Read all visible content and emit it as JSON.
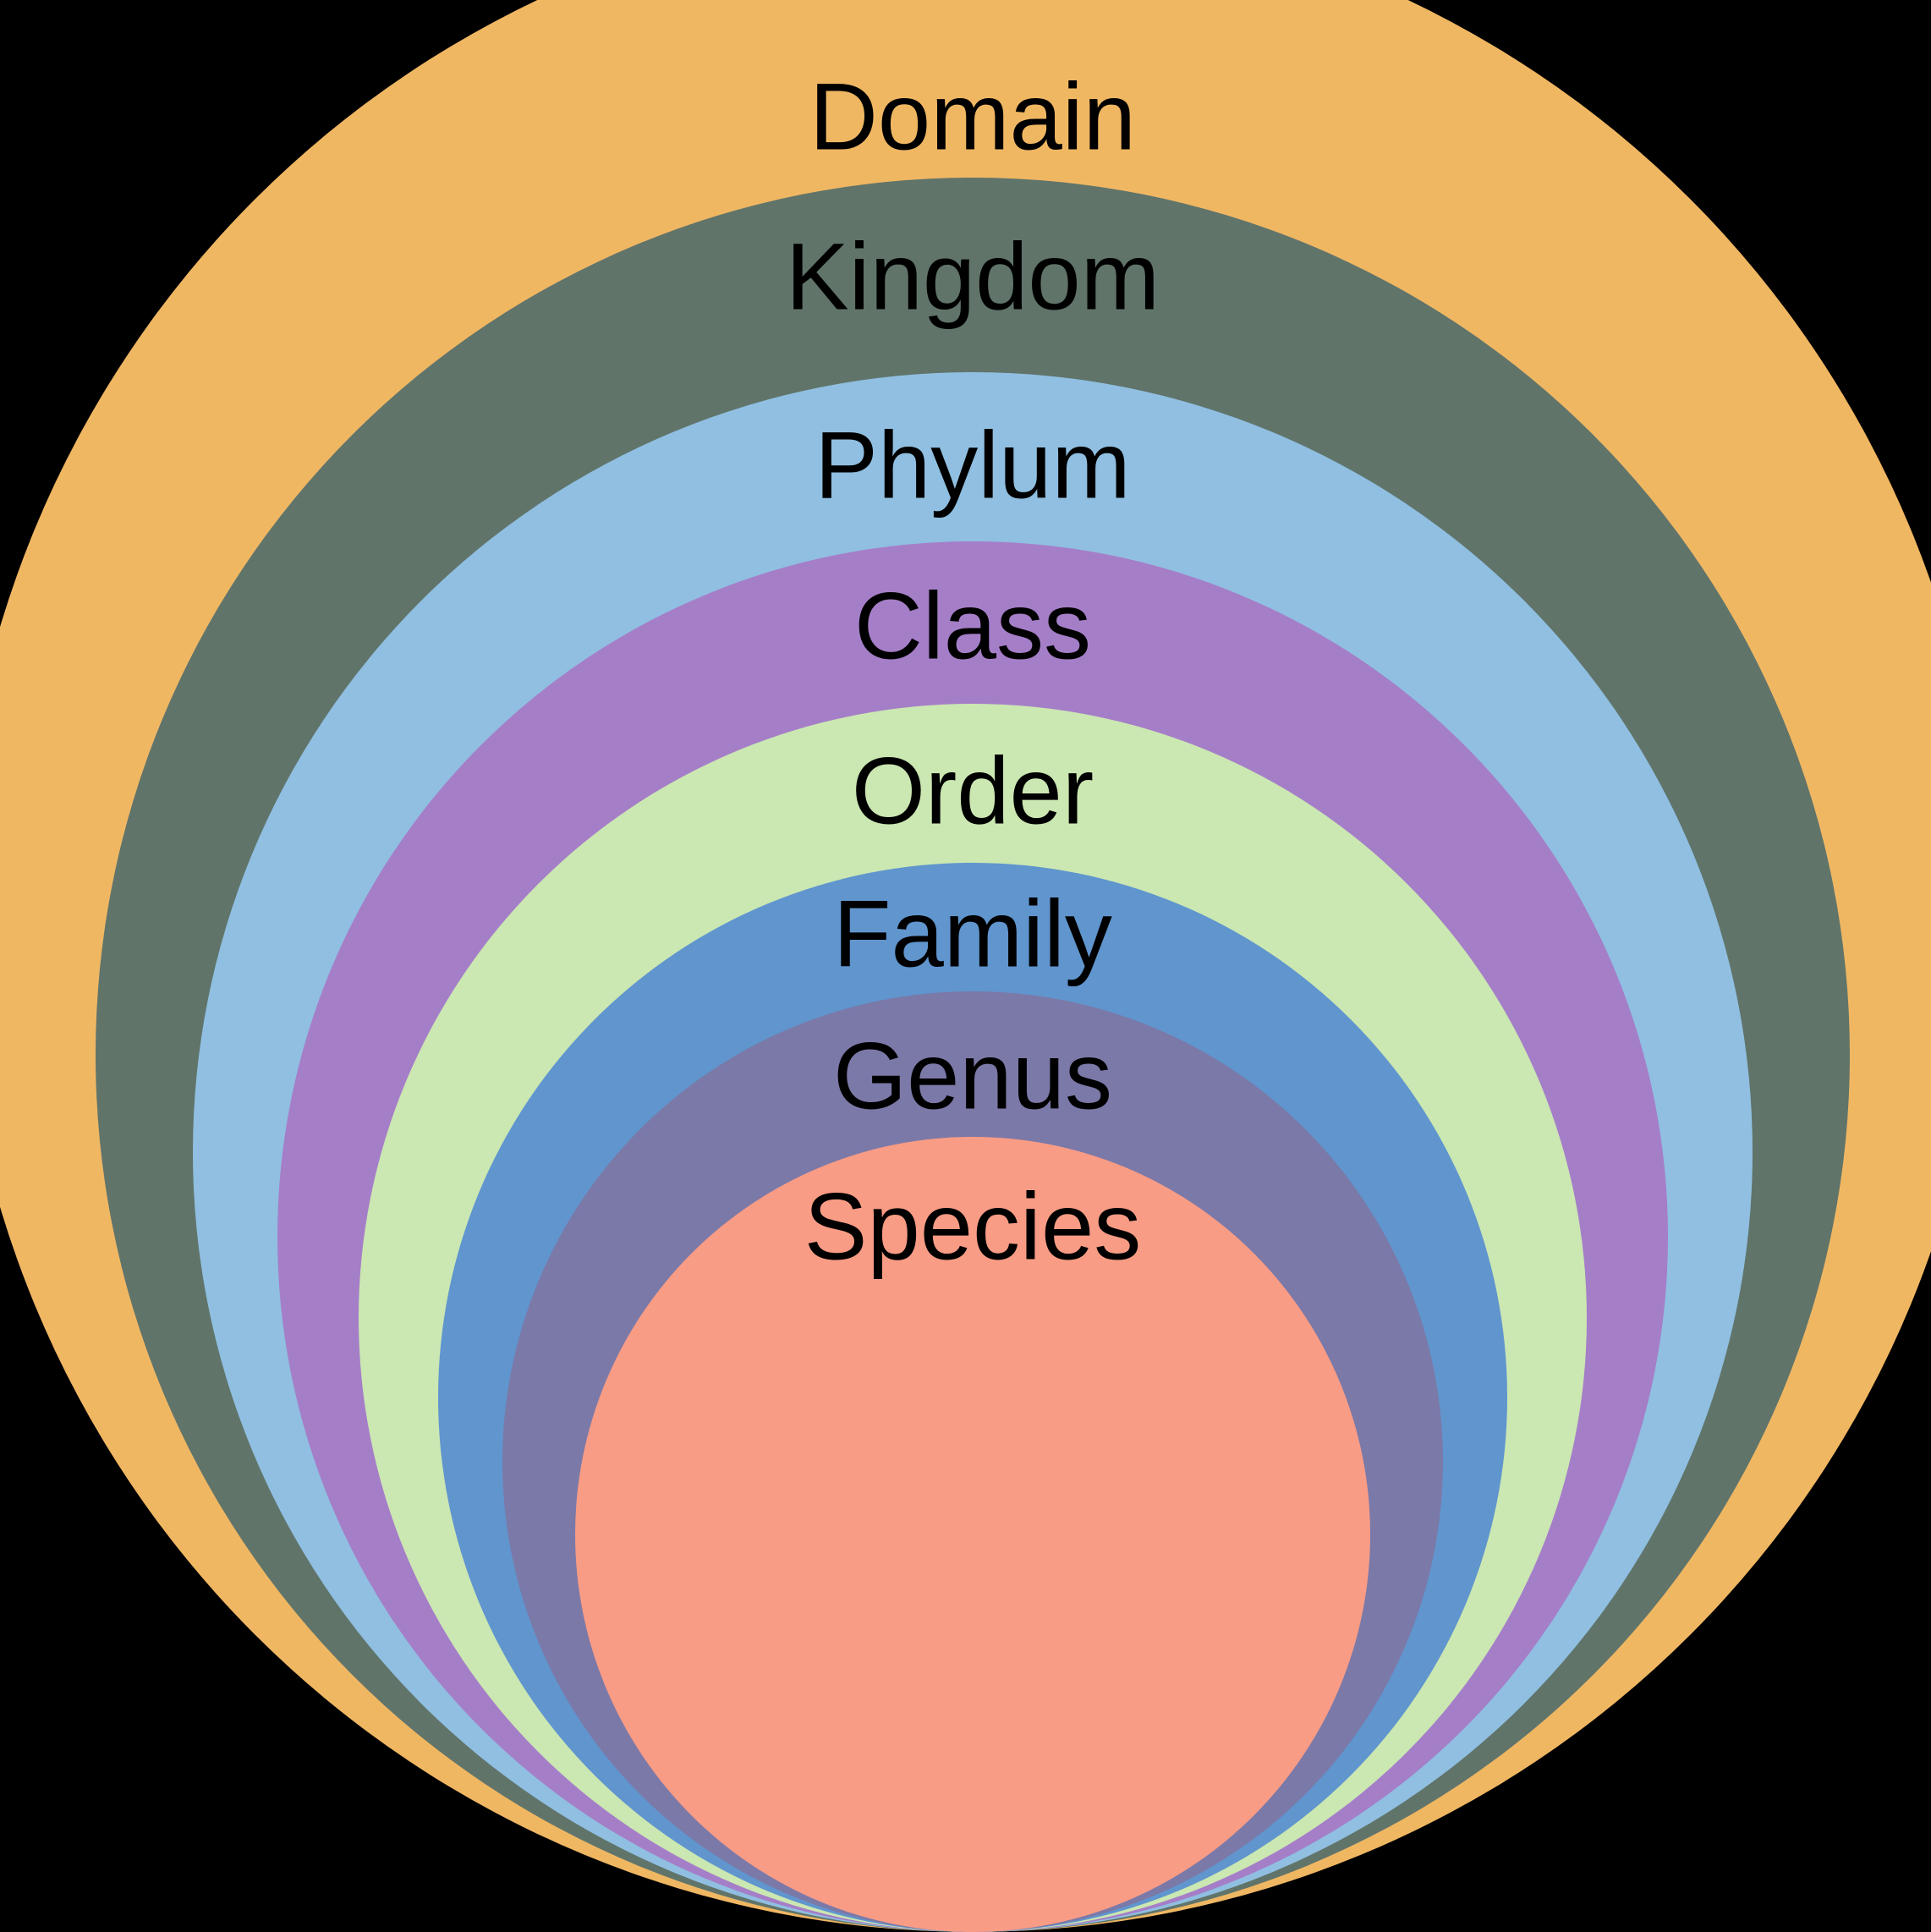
{
  "diagram": {
    "type": "nested-circles",
    "background_color": "#000000",
    "label_text_color": "#000000",
    "rings": [
      {
        "label": "Domain",
        "color": "#F0B763"
      },
      {
        "label": "Kingdom",
        "color": "#60746A"
      },
      {
        "label": "Phylum",
        "color": "#90BFE1"
      },
      {
        "label": "Class",
        "color": "#A57EC8"
      },
      {
        "label": "Order",
        "color": "#CBE7B2"
      },
      {
        "label": "Family",
        "color": "#6095CE"
      },
      {
        "label": "Genus",
        "color": "#7B79A8"
      },
      {
        "label": "Species",
        "color": "#F99C85"
      }
    ]
  }
}
